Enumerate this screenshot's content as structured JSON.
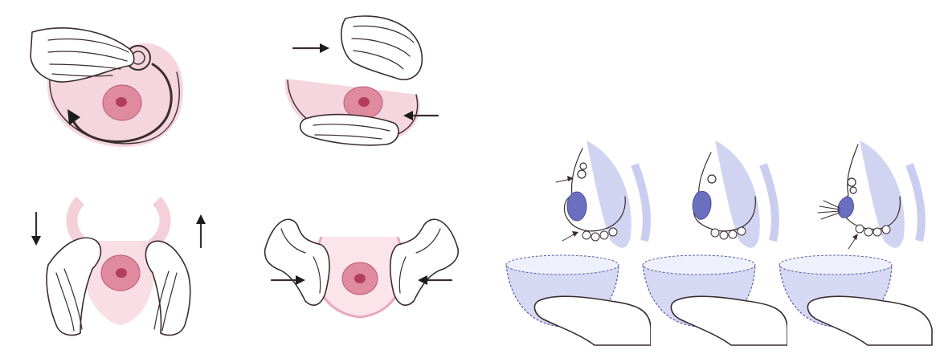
{
  "figure": {
    "left_group": {
      "steps": [
        {
          "technique": "circular-massage"
        },
        {
          "technique": "compress-from-sides"
        },
        {
          "technique": "stroke-downward"
        },
        {
          "technique": "squeeze-toward-center"
        }
      ]
    },
    "right_group": {
      "steps": [
        {
          "technique": "position-fingers"
        },
        {
          "technique": "press-back-and-compress"
        },
        {
          "technique": "express-into-bowl"
        }
      ]
    }
  },
  "colors": {
    "skin_pink": "#e8a9b9",
    "areola": "#d9738c",
    "nipple": "#b23e5c",
    "blue_shade": "#b9bfe6",
    "blue_dark": "#5b5fa8",
    "ink": "#3a2c30",
    "arrow": "#1c1c1c"
  }
}
